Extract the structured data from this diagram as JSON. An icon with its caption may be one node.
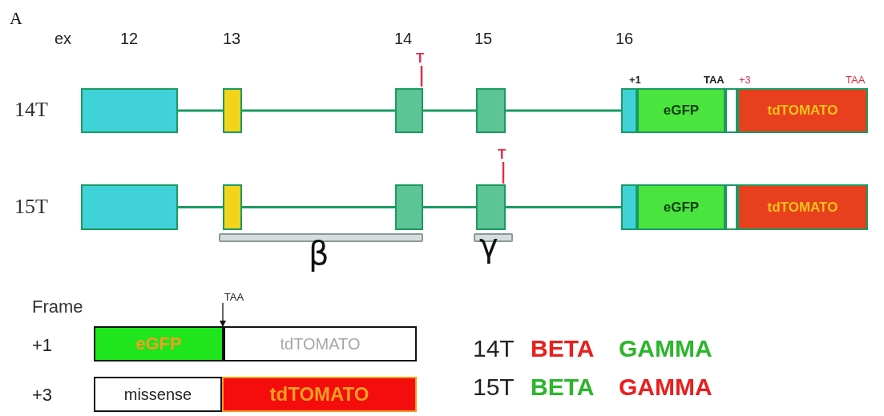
{
  "diagram": {
    "nodes": [
      {
        "text": [],
        "shape": "box"
      },
      {
        "text": [],
        "shape": "box"
      },
      {
        "text": [],
        "shape": "box"
      },
      {
        "text": [],
        "shape": "box"
      },
      {
        "text": [],
        "shape": "box"
      },
      {
        "text": [
          "eGFP"
        ]
      },
      {
        "text": [],
        "shape": "box"
      },
      {
        "text": [
          "tdTOMATO"
        ]
      },
      {
        "text": [],
        "shape": "box"
      },
      {
        "text": [],
        "shape": "box"
      },
      {
        "text": [],
        "shape": "box"
      },
      {
        "text": [],
        "shape": "box"
      },
      {
        "text": [],
        "shape": "box"
      },
      {
        "text": [
          "eGFP"
        ]
      },
      {
        "text": [],
        "shape": "box"
      },
      {
        "text": [
          "tdTOMATO"
        ]
      },
      {
        "text": [],
        "shape": "bar",
        "beside": [
          "β"
        ]
      },
      {
        "text": [],
        "shape": "bar",
        "beside": [
          "γ"
        ]
      },
      {
        "text": [
          "eGFP"
        ]
      },
      {
        "text": [
          "tdTOMATO"
        ]
      },
      {
        "text": [
          "missense"
        ]
      },
      {
        "text": [
          "tdTOMATO"
        ]
      },
      {
        "text": [
          "TAA"
        ]
      }
    ],
    "edges": [
      {
        "from": 0,
        "to": 1,
        "arrow": "none"
      },
      {
        "from": 1,
        "to": 2,
        "arrow": "none"
      },
      {
        "from": 2,
        "to": 3,
        "arrow": "none"
      },
      {
        "from": 3,
        "to": 4,
        "arrow": "none"
      },
      {
        "from": 8,
        "to": 9,
        "arrow": "none"
      },
      {
        "from": 9,
        "to": 10,
        "arrow": "none"
      },
      {
        "from": 10,
        "to": 11,
        "arrow": "none"
      },
      {
        "from": 11,
        "to": 12,
        "arrow": "none"
      },
      {
        "from": 22,
        "to": 18,
        "arrow": "to",
        "color": "#111111"
      }
    ],
    "labels": [
      "A",
      "ex",
      "12",
      "13",
      "14",
      "15",
      "16",
      "T",
      "+1",
      "TAA",
      "+3",
      "TAA",
      "14T",
      "T",
      "15T",
      "Frame",
      "+1",
      "+3",
      "14T",
      "BETA",
      "GAMMA",
      "15T",
      "BETA",
      "GAMMA"
    ]
  }
}
